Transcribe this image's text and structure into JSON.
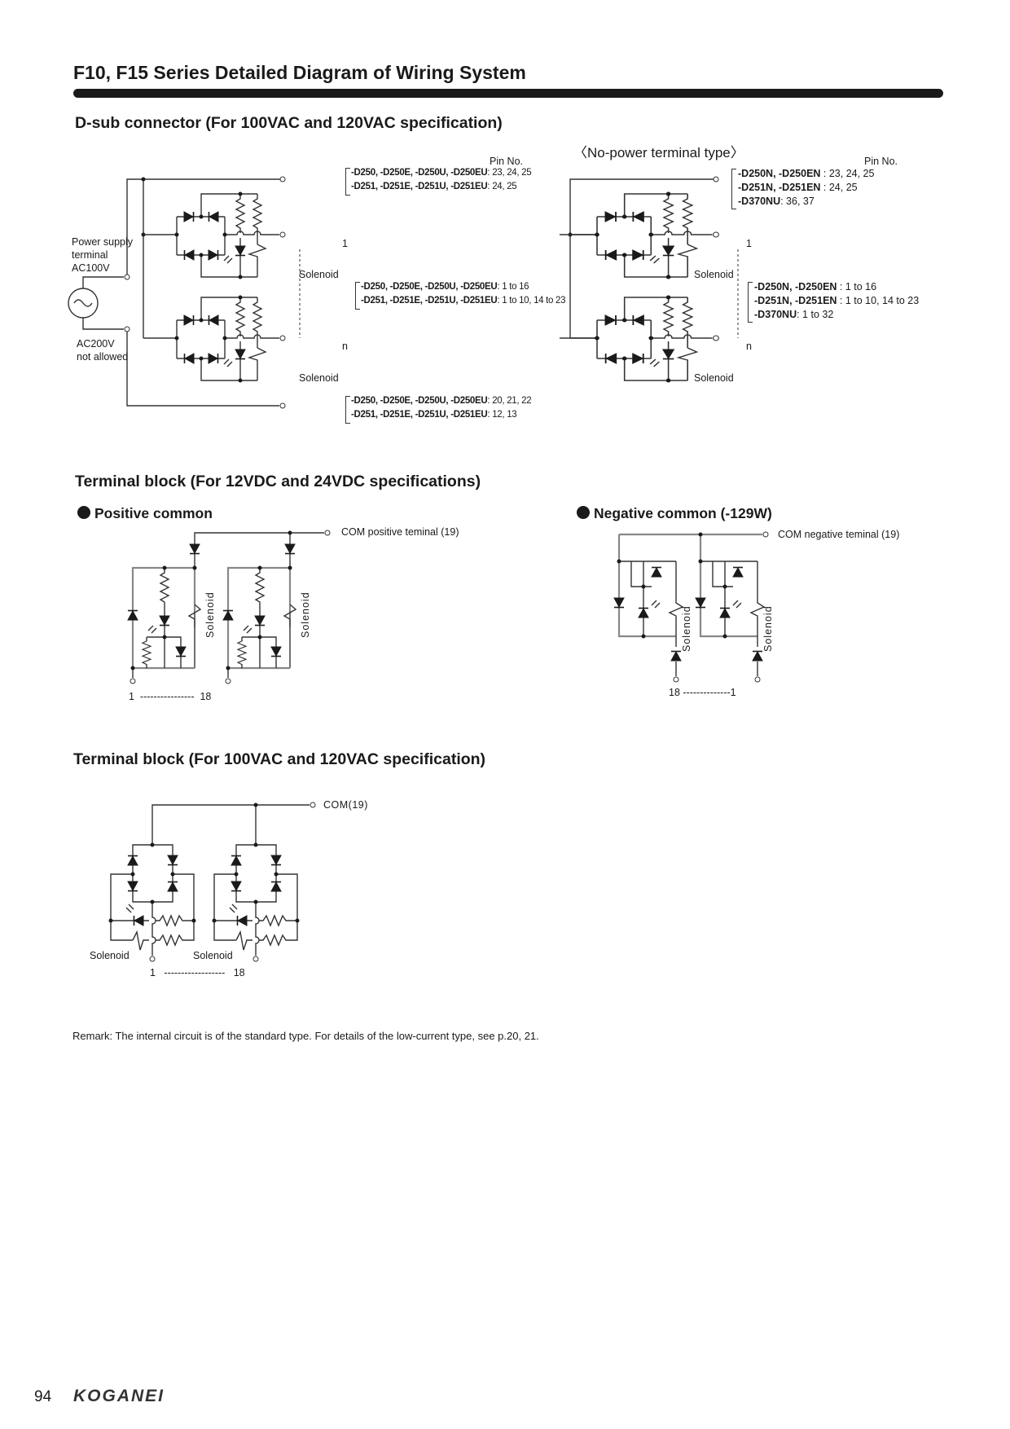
{
  "page_title": "F10, F15 Series Detailed Diagram of Wiring System",
  "dsub": {
    "heading": "D-sub connector (For 100VAC and 120VAC specification)",
    "pin_no": "Pin No.",
    "power_supply": [
      "Power supply",
      "terminal",
      "AC100V"
    ],
    "ac200v": [
      "AC200V",
      "not allowed"
    ],
    "solenoid": "Solenoid",
    "pin_first": "1",
    "pin_last": "n",
    "top_pins": [
      {
        "models": "-D250, -D250E, -D250U, -D250EU",
        "pins": ": 23, 24, 25"
      },
      {
        "models": "-D251, -D251E, -D251U, -D251EU",
        "pins": ": 24, 25"
      }
    ],
    "mid_pins": [
      {
        "models": "-D250, -D250E, -D250U, -D250EU",
        "pins": ": 1 to 16"
      },
      {
        "models": "-D251, -D251E, -D251U, -D251EU",
        "pins": ": 1 to 10, 14 to 23"
      }
    ],
    "bottom_pins": [
      {
        "models": "-D250, -D250E, -D250U, -D250EU",
        "pins": ": 20, 21, 22"
      },
      {
        "models": "-D251, -D251E, -D251U, -D251EU",
        "pins": ": 12, 13"
      }
    ],
    "no_power": {
      "heading": "〈No-power terminal type〉",
      "top_pins": [
        {
          "models": "-D250N, -D250EN",
          "pins": " : 23, 24, 25"
        },
        {
          "models": "-D251N, -D251EN",
          "pins": " : 24, 25"
        },
        {
          "models": "-D370NU",
          "pins": ": 36, 37"
        }
      ],
      "mid_pins": [
        {
          "models": "-D250N, -D250EN",
          "pins": " : 1 to 16"
        },
        {
          "models": "-D251N, -D251EN",
          "pins": " : 1 to 10, 14 to 23"
        },
        {
          "models": "-D370NU",
          "pins": ": 1 to 32"
        }
      ]
    }
  },
  "dc_block": {
    "heading": "Terminal block (For 12VDC and 24VDC specifications)",
    "positive": {
      "label": "Positive common",
      "com": "COM positive teminal (19)",
      "first": "1",
      "dots": "----------------",
      "last": "18"
    },
    "negative": {
      "label": "Negative common (-129W)",
      "com": "COM negative teminal (19)",
      "first": "18",
      "dots": "--------------",
      "last": "1"
    },
    "solenoid": "Solenoid"
  },
  "ac_block": {
    "heading": "Terminal block (For 100VAC and 120VAC specification)",
    "com": "COM(19)",
    "solenoid": "Solenoid",
    "first": "1",
    "dots": "------------------",
    "last": "18"
  },
  "remark": "Remark: The internal circuit is of the standard type. For details of the low-current type, see p.20, 21.",
  "footer": {
    "page_number": "94",
    "logo": "KOGANEI"
  }
}
